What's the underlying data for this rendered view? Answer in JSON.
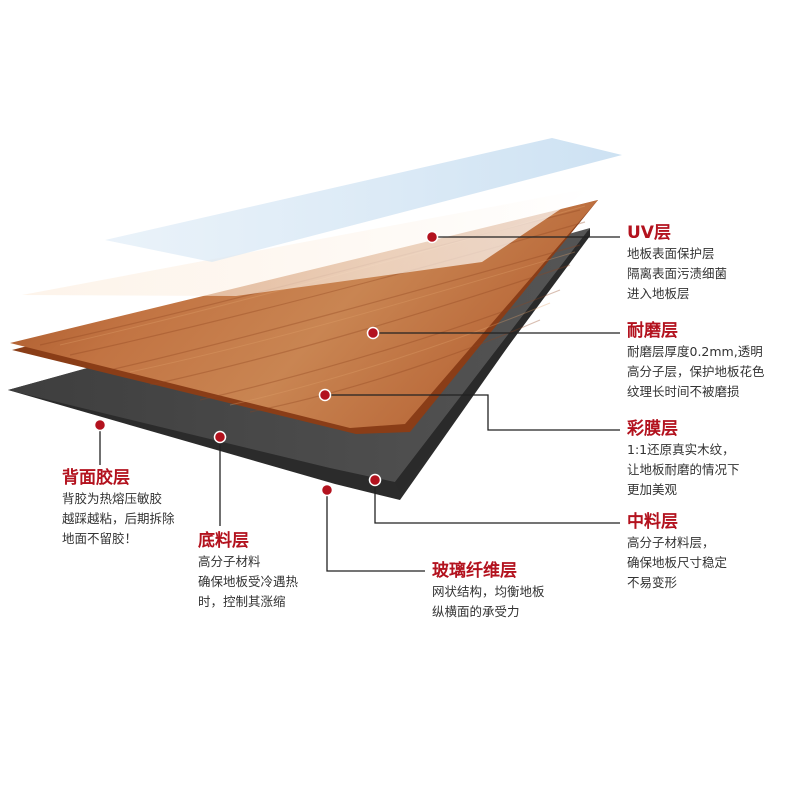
{
  "colors": {
    "accent": "#b3121e",
    "leader_line": "#222222",
    "backing": "#4a4a4a",
    "wood": "#b8693a",
    "uv_film": "#cfe3f2"
  },
  "layers": [
    {
      "id": "uv",
      "title": "UV层",
      "lines": [
        "地板表面保护层",
        "隔离表面污渍细菌",
        "进入地板层"
      ]
    },
    {
      "id": "wear",
      "title": "耐磨层",
      "lines": [
        "耐磨层厚度0.2mm,透明",
        "高分子层，保护地板花色",
        "纹理长时间不被磨损"
      ]
    },
    {
      "id": "film",
      "title": "彩膜层",
      "lines": [
        "1:1还原真实木纹，",
        "让地板耐磨的情况下",
        "更加美观"
      ]
    },
    {
      "id": "middle",
      "title": "中料层",
      "lines": [
        "高分子材料层，",
        "确保地板尺寸稳定",
        "不易变形"
      ]
    },
    {
      "id": "glass",
      "title": "玻璃纤维层",
      "lines": [
        "网状结构，均衡地板",
        "纵横面的承受力"
      ]
    },
    {
      "id": "base",
      "title": "底料层",
      "lines": [
        "高分子材料",
        "确保地板受冷遇热",
        "时，控制其涨缩"
      ]
    },
    {
      "id": "back",
      "title": "背面胶层",
      "lines": [
        "背胶为热熔压敏胶",
        "越踩越粘，后期拆除",
        "地面不留胶！"
      ]
    }
  ]
}
